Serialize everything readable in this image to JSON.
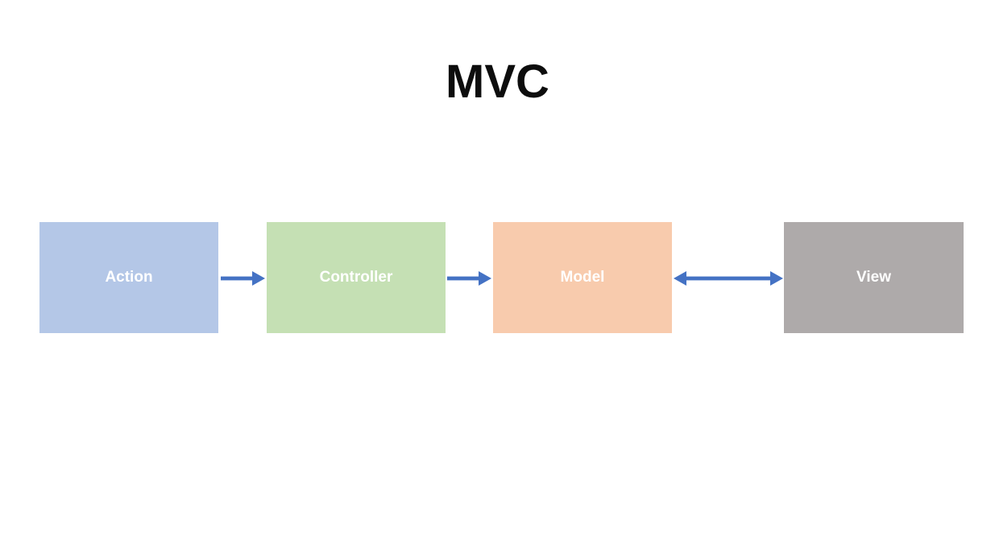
{
  "title": "MVC",
  "diagram": {
    "type": "flow",
    "arrow_color": "#4472C4",
    "label_color": "#FFFFFF",
    "nodes": [
      {
        "id": "action",
        "label": "Action",
        "fill": "#B4C7E7"
      },
      {
        "id": "controller",
        "label": "Controller",
        "fill": "#C5E0B4"
      },
      {
        "id": "model",
        "label": "Model",
        "fill": "#F8CBAD"
      },
      {
        "id": "view",
        "label": "View",
        "fill": "#AEAAAA"
      }
    ],
    "edges": [
      {
        "from": "Action",
        "to": "Controller",
        "direction": "right"
      },
      {
        "from": "Controller",
        "to": "Model",
        "direction": "right"
      },
      {
        "from": "Model",
        "to": "View",
        "direction": "both"
      }
    ]
  }
}
